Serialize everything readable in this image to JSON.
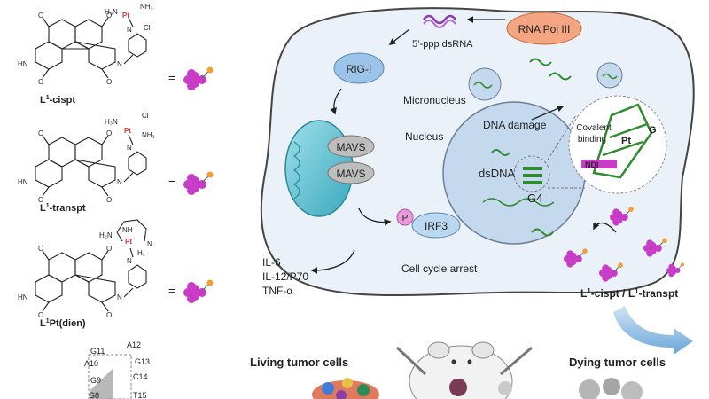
{
  "compounds": [
    {
      "name": "L",
      "sup": "1",
      "suffix": "-cispt",
      "ligands": [
        "H₃N",
        "NH₃",
        "Cl"
      ],
      "pt": "Pt"
    },
    {
      "name": "L",
      "sup": "1",
      "suffix": "-transpt",
      "ligands": [
        "H₃N",
        "Cl",
        "NH₃"
      ],
      "pt": "Pt"
    },
    {
      "name": "L",
      "sup": "1",
      "suffix": "Pt(dien)",
      "ligands": [
        "H₂N",
        "NH",
        "H₂",
        "N"
      ],
      "pt": "Pt"
    }
  ],
  "equals_sign": "=",
  "chem_atoms": {
    "O": "O",
    "N": "N",
    "HN": "HN"
  },
  "g4_bases": [
    "G11",
    "A12",
    "A10",
    "G13",
    "G9",
    "C14",
    "G8",
    "T15"
  ],
  "cell": {
    "rna_pol": "RNA Pol III",
    "dsrna": "5’-ppp dsRNA",
    "rigi": "RIG-I",
    "micronucleus": "Micronucleus",
    "nucleus": "Nucleus",
    "dna_damage": "DNA damage",
    "dsdna": "dsDNA",
    "g4": "G4",
    "covalent": "Covalent binding",
    "pt": "Pt",
    "g": "G",
    "ndi": "NDI",
    "mavs1": "MAVS",
    "mavs2": "MAVS",
    "p": "P",
    "irf3": "IRF3",
    "cycle": "Cell cycle arrest",
    "cytokines": [
      "IL-6",
      "IL-12/P70",
      "TNF-α"
    ]
  },
  "drug_label": {
    "l1": "L",
    "sup1": "1",
    "t1": "-cispt / ",
    "l2": "L",
    "sup2": "1",
    "t2": "-transpt"
  },
  "bottom": {
    "living": "Living tumor cells",
    "dying": "Dying tumor cells"
  },
  "colors": {
    "drug": "#c83cc8",
    "drug_tag": "#f0a030",
    "cell_fill": "#eaf1f9",
    "nucleus_fill": "#c4d9ee",
    "rna_pol": "#f4a582",
    "rigi": "#9cc4e8",
    "mito": "#6cc4d4",
    "mavs": "#bdbdbd",
    "p": "#e89ad8",
    "irf3": "#bcd8f0",
    "dna": "#2e8b2e",
    "rna": "#8a3ca8",
    "arrow_blue": "#6aa6d8"
  }
}
